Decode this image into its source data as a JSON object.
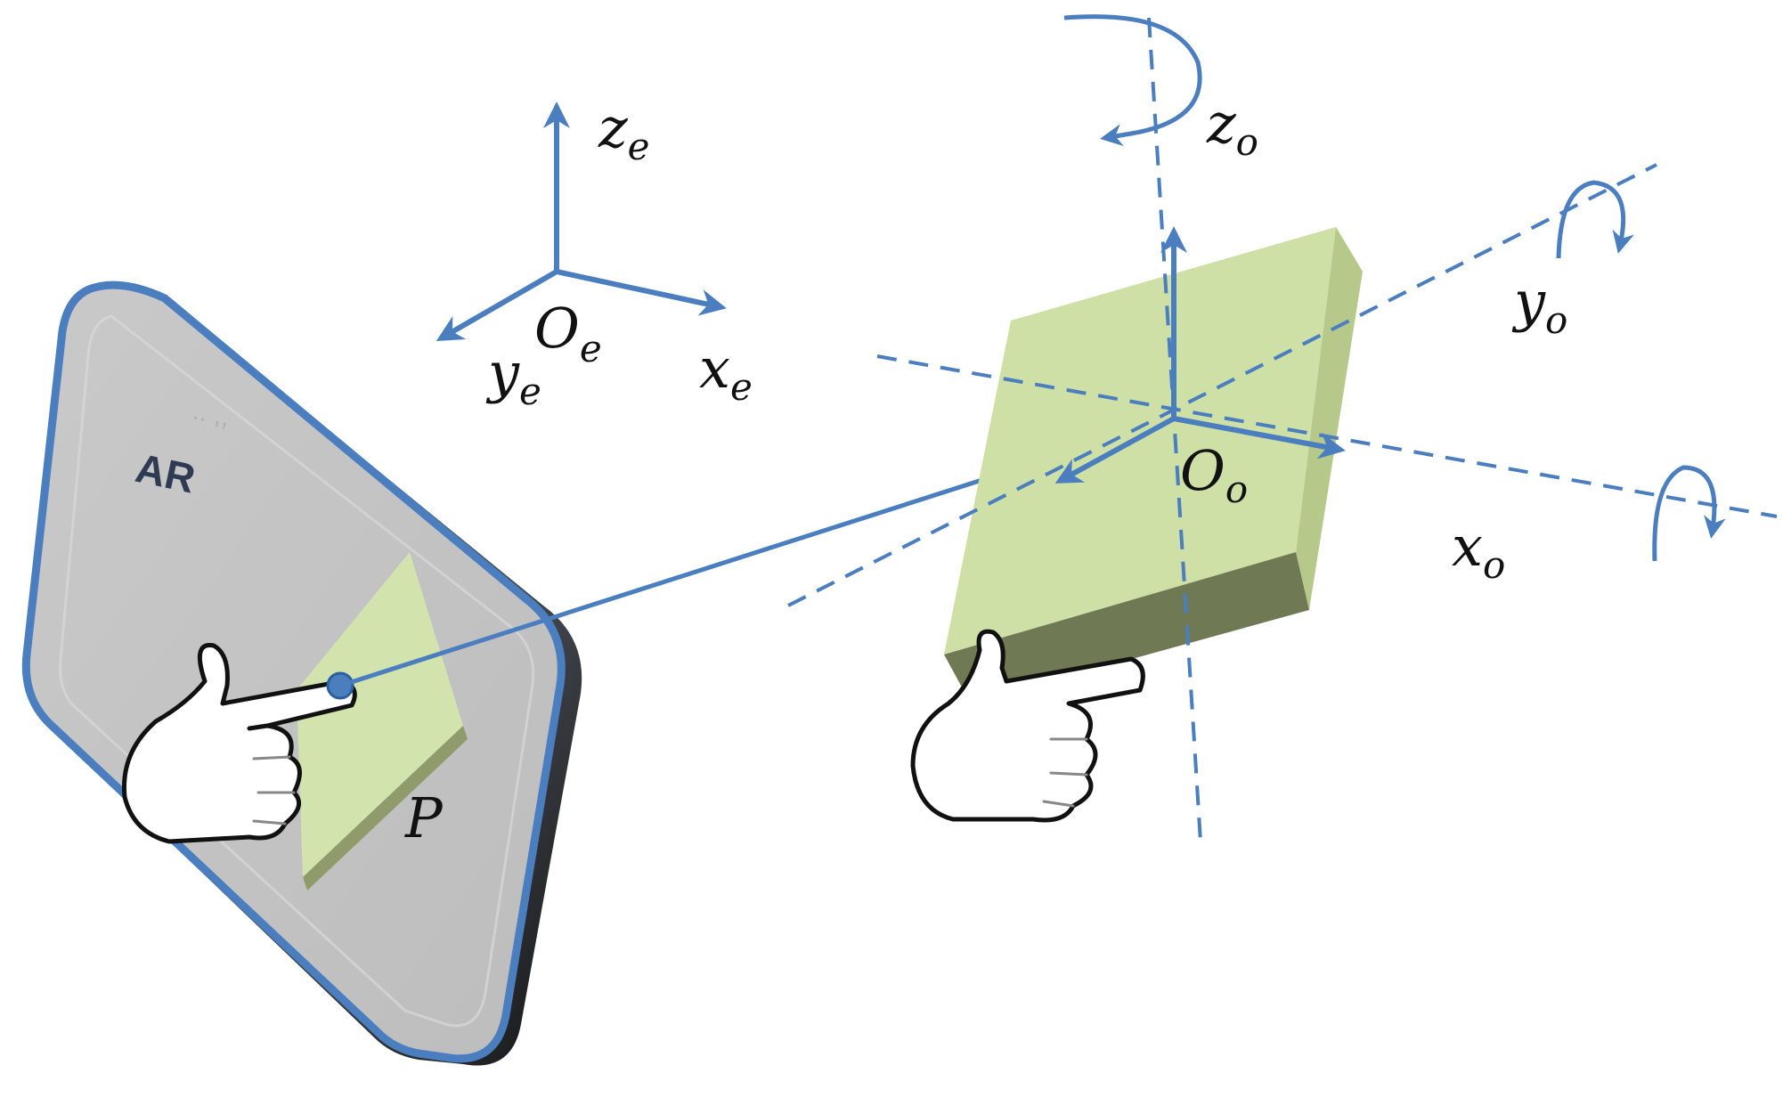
{
  "device": {
    "label": "AR"
  },
  "virtual_object": {
    "label": "P"
  },
  "eye_frame": {
    "origin": {
      "base": "O",
      "sub": "e"
    },
    "x": {
      "base": "x",
      "sub": "e"
    },
    "y": {
      "base": "y",
      "sub": "e"
    },
    "z": {
      "base": "z",
      "sub": "e"
    }
  },
  "object_frame": {
    "origin": {
      "base": "O",
      "sub": "o"
    },
    "x": {
      "base": "x",
      "sub": "o"
    },
    "y": {
      "base": "y",
      "sub": "o"
    },
    "z": {
      "base": "z",
      "sub": "o"
    }
  },
  "colors": {
    "axis_blue": "#4a7ebf",
    "box_green": "#cfe0a6",
    "box_side": "#b9cc8a",
    "box_bottom": "#6f7a55",
    "screen_gray": "#c8c8c8",
    "frame_dark": "#3a3a3a"
  },
  "icons": [
    "pointing-hand-icon",
    "rotation-arrow-icon"
  ]
}
